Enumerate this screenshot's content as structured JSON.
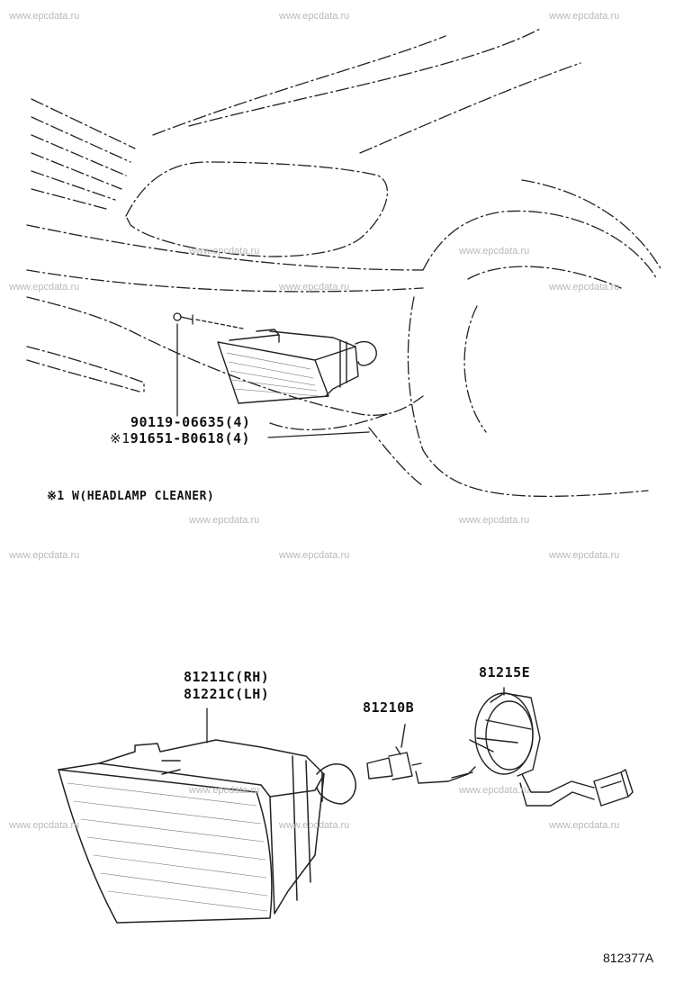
{
  "watermark": "www.epcdata.ru",
  "callouts": {
    "bolt_1": "90119-06635(4)",
    "bolt_2_prefix": "※1",
    "bolt_2": "91651-B0618(4)",
    "fog_lamp_rh": "81211C(RH)",
    "fog_lamp_lh": "81221C(LH)",
    "bulb": "81210B",
    "socket": "81215E"
  },
  "note": {
    "prefix": "※1 W",
    "text": "(HEADLAMP CLEANER)"
  },
  "figure_ref": "812377A"
}
